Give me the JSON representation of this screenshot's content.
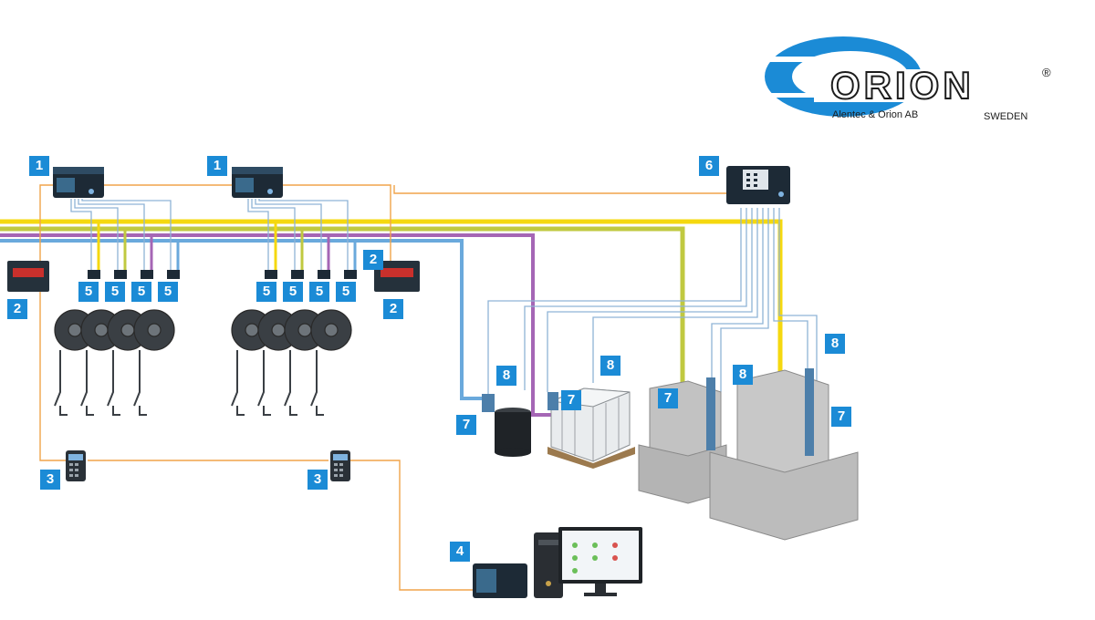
{
  "logo": {
    "brand": "ORION",
    "registered_mark": "®",
    "company": "Alentec & Orion AB",
    "country": "SWEDEN"
  },
  "labels": {
    "controller_a": "1",
    "controller_b": "1",
    "display_left": "2",
    "display_right_top": "2",
    "display_right_bottom": "2",
    "keypad_left": "3",
    "keypad_right": "3",
    "pc_interface": "4",
    "reel_valve_a1": "5",
    "reel_valve_a2": "5",
    "reel_valve_a3": "5",
    "reel_valve_a4": "5",
    "reel_valve_b1": "5",
    "reel_valve_b2": "5",
    "reel_valve_b3": "5",
    "reel_valve_b4": "5",
    "tank_controller": "6",
    "pump_drum": "7",
    "pump_ibc": "7",
    "pump_tank_left": "7",
    "pump_tank_right": "7",
    "level_drum": "8",
    "level_ibc": "8",
    "level_tank_left": "8",
    "level_tank_right": "8"
  },
  "colors": {
    "label_blue": "#1b8bd6",
    "pipe_yellow": "#f5d80f",
    "pipe_olive": "#c0c940",
    "pipe_purple": "#a566b5",
    "pipe_blue": "#6aa9dc",
    "cable_orange": "#f0a44a",
    "signal_blue": "#8fb3d6",
    "device_dark": "#1d2a36",
    "tank_gray": "#b9b9b9"
  }
}
